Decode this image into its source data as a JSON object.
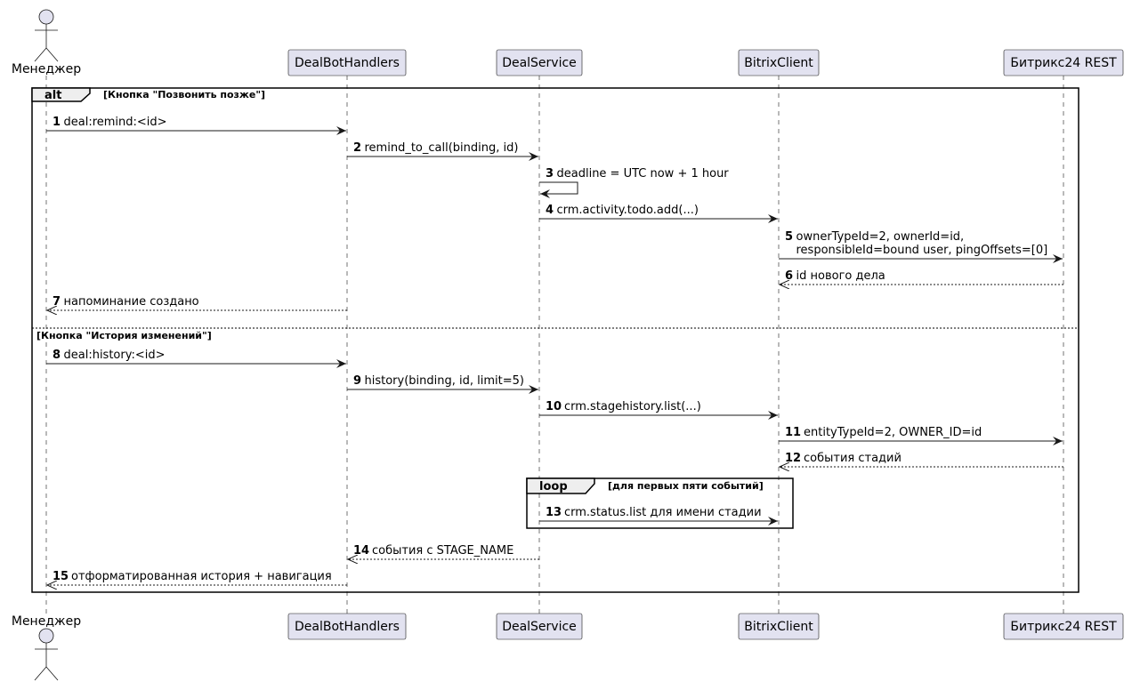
{
  "participants": [
    {
      "id": "manager",
      "label": "Менеджер",
      "kind": "actor"
    },
    {
      "id": "handlers",
      "label": "DealBotHandlers",
      "kind": "participant"
    },
    {
      "id": "service",
      "label": "DealService",
      "kind": "participant"
    },
    {
      "id": "client",
      "label": "BitrixClient",
      "kind": "participant"
    },
    {
      "id": "rest",
      "label": "Битрикс24 REST",
      "kind": "participant"
    }
  ],
  "fragments": {
    "alt": {
      "label": "alt",
      "guard1": "[Кнопка \"Позвонить позже\"]",
      "guard2": "[Кнопка \"История изменений\"]"
    },
    "loop": {
      "label": "loop",
      "guard": "[для первых пяти событий]"
    }
  },
  "messages": [
    {
      "num": "1",
      "from": "manager",
      "to": "handlers",
      "style": "solid",
      "lines": [
        "deal:remind:<id>"
      ]
    },
    {
      "num": "2",
      "from": "handlers",
      "to": "service",
      "style": "solid",
      "lines": [
        "remind_to_call(binding, id)"
      ]
    },
    {
      "num": "3",
      "from": "service",
      "to": "service",
      "style": "self",
      "lines": [
        "deadline = UTC now + 1 hour"
      ]
    },
    {
      "num": "4",
      "from": "service",
      "to": "client",
      "style": "solid",
      "lines": [
        "crm.activity.todo.add(...)"
      ]
    },
    {
      "num": "5",
      "from": "client",
      "to": "rest",
      "style": "solid",
      "lines": [
        "ownerTypeId=2, ownerId=id,",
        "responsibleId=bound user, pingOffsets=[0]"
      ]
    },
    {
      "num": "6",
      "from": "rest",
      "to": "client",
      "style": "dashed",
      "lines": [
        "id нового дела"
      ]
    },
    {
      "num": "7",
      "from": "handlers",
      "to": "manager",
      "style": "dashed",
      "lines": [
        "напоминание создано"
      ]
    },
    {
      "num": "8",
      "from": "manager",
      "to": "handlers",
      "style": "solid",
      "lines": [
        "deal:history:<id>"
      ]
    },
    {
      "num": "9",
      "from": "handlers",
      "to": "service",
      "style": "solid",
      "lines": [
        "history(binding, id, limit=5)"
      ]
    },
    {
      "num": "10",
      "from": "service",
      "to": "client",
      "style": "solid",
      "lines": [
        "crm.stagehistory.list(...)"
      ]
    },
    {
      "num": "11",
      "from": "client",
      "to": "rest",
      "style": "solid",
      "lines": [
        "entityTypeId=2, OWNER_ID=id"
      ]
    },
    {
      "num": "12",
      "from": "rest",
      "to": "client",
      "style": "dashed",
      "lines": [
        "события стадий"
      ]
    },
    {
      "num": "13",
      "from": "service",
      "to": "client",
      "style": "solid",
      "lines": [
        "crm.status.list для имени стадии"
      ]
    },
    {
      "num": "14",
      "from": "service",
      "to": "handlers",
      "style": "dashed",
      "lines": [
        "события с STAGE_NAME"
      ]
    },
    {
      "num": "15",
      "from": "handlers",
      "to": "manager",
      "style": "dashed",
      "lines": [
        "отформатированная история + навигация"
      ]
    }
  ]
}
